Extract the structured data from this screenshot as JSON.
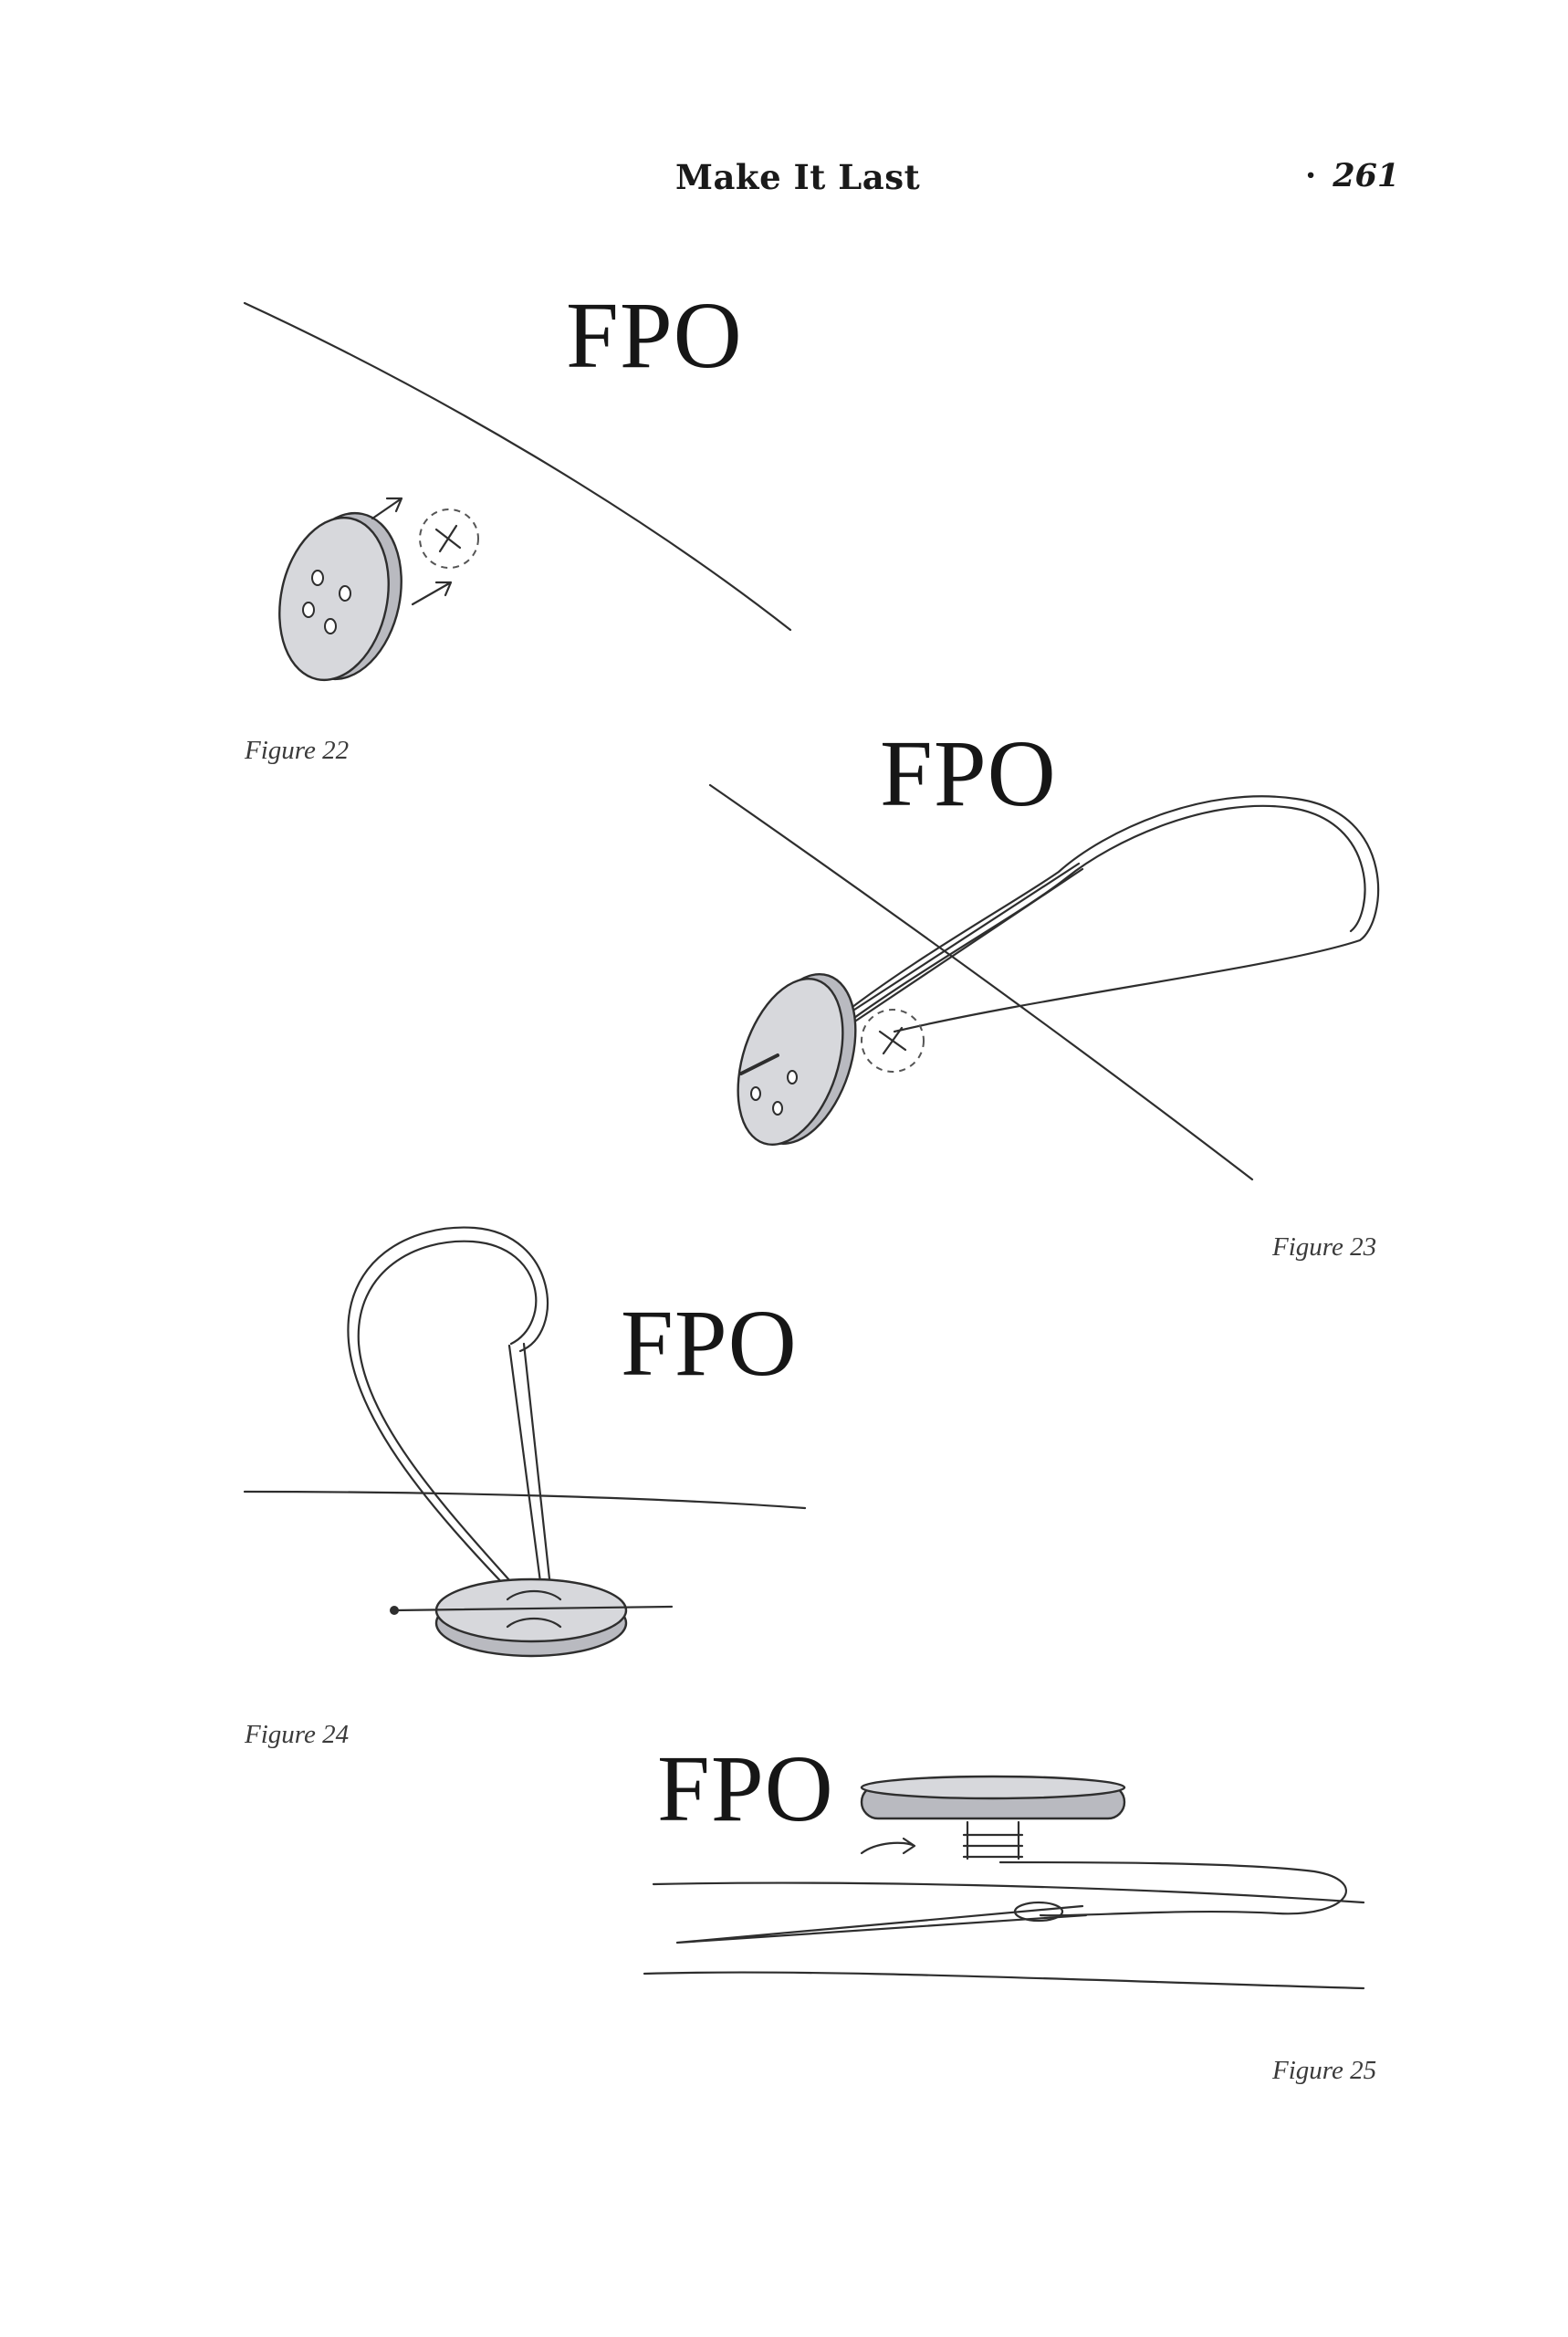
{
  "header": {
    "running_title": "Make It Last",
    "separator": "·",
    "page_number": "261"
  },
  "figures": [
    {
      "placeholder": "FPO",
      "caption": "Figure 22"
    },
    {
      "placeholder": "FPO",
      "caption": "Figure 23"
    },
    {
      "placeholder": "FPO",
      "caption": "Figure 24"
    },
    {
      "placeholder": "FPO",
      "caption": "Figure 25"
    }
  ]
}
